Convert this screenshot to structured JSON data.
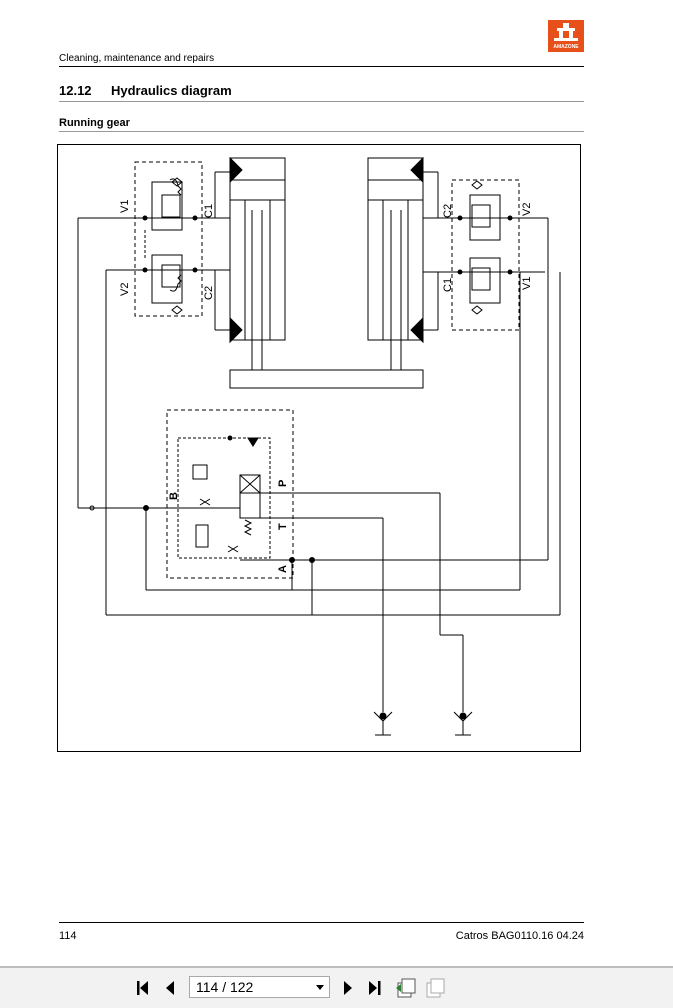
{
  "header": {
    "section": "Cleaning, maintenance and repairs",
    "logo_text": "AMAZONE",
    "chapter_number": "12.12",
    "chapter_title": "Hydraulics diagram",
    "subtitle": "Running gear"
  },
  "diagram": {
    "labels": {
      "v1": "V1",
      "v2": "V2",
      "c1": "C1",
      "c2": "C2",
      "a": "A",
      "b": "B",
      "p": "P",
      "t": "T"
    }
  },
  "footer": {
    "page_number": "114",
    "document_ref": "Catros  BAG0110.16  04.24"
  },
  "toolbar": {
    "first_page_icon": "first-page-icon",
    "prev_page_icon": "previous-page-icon",
    "page_indicator": "114 / 122",
    "next_page_icon": "next-page-icon",
    "last_page_icon": "last-page-icon",
    "colors": {
      "background": "#f2f2f2",
      "border": "#bdbdbd"
    }
  }
}
